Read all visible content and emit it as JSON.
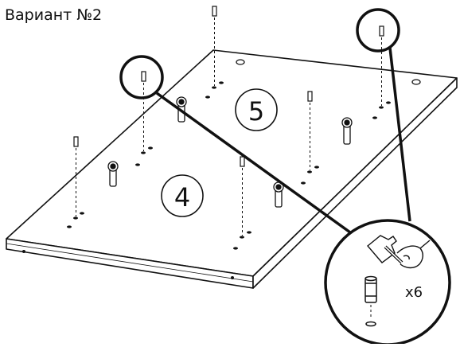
{
  "title": "Вариант №2",
  "panel_labels": {
    "panel_a": "4",
    "panel_b": "5"
  },
  "detail": {
    "quantity": "x6"
  },
  "icons": [
    "dowel-icon",
    "hammer-icon",
    "hand-icon",
    "magnifier-circle-icon"
  ]
}
